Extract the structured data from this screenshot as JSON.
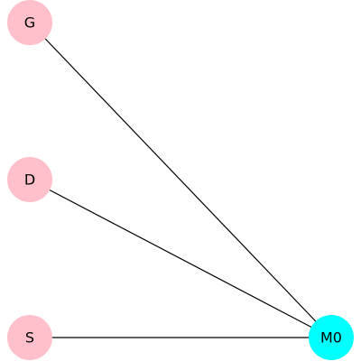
{
  "graph": {
    "nodes": [
      {
        "id": "G",
        "label": "G",
        "color": "#ffc0cb"
      },
      {
        "id": "D",
        "label": "D",
        "color": "#ffc0cb"
      },
      {
        "id": "S",
        "label": "S",
        "color": "#ffc0cb"
      },
      {
        "id": "M0",
        "label": "M0",
        "color": "#00ffff"
      }
    ],
    "edges": [
      {
        "source": "G",
        "target": "M0"
      },
      {
        "source": "D",
        "target": "M0"
      },
      {
        "source": "S",
        "target": "M0"
      }
    ]
  }
}
